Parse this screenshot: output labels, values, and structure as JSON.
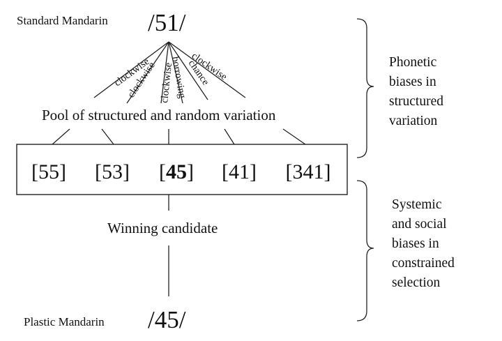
{
  "top": {
    "label": "Standard Mandarin",
    "tone": "/51/"
  },
  "branches": [
    "clockwise",
    "clockwise",
    "clockwise",
    "borrowing",
    "chance",
    "clockwise"
  ],
  "pool_label": "Pool of structured and random variation",
  "candidates": [
    {
      "pre": "[",
      "num": "55",
      "post": "]",
      "bold": false
    },
    {
      "pre": "[",
      "num": "53",
      "post": "]",
      "bold": false
    },
    {
      "pre": "[",
      "num": "45",
      "post": "]",
      "bold": true
    },
    {
      "pre": "[",
      "num": "41",
      "post": "]",
      "bold": false
    },
    {
      "pre": "[",
      "num": "341",
      "post": "]",
      "bold": false
    }
  ],
  "winner_label": "Winning candidate",
  "bottom": {
    "label": "Plastic Mandarin",
    "tone": "/45/"
  },
  "side_notes": {
    "upper": [
      "Phonetic",
      "biases in",
      "structured",
      "variation"
    ],
    "lower": [
      "Systemic",
      "and social",
      "biases in",
      "constrained",
      "selection"
    ]
  }
}
